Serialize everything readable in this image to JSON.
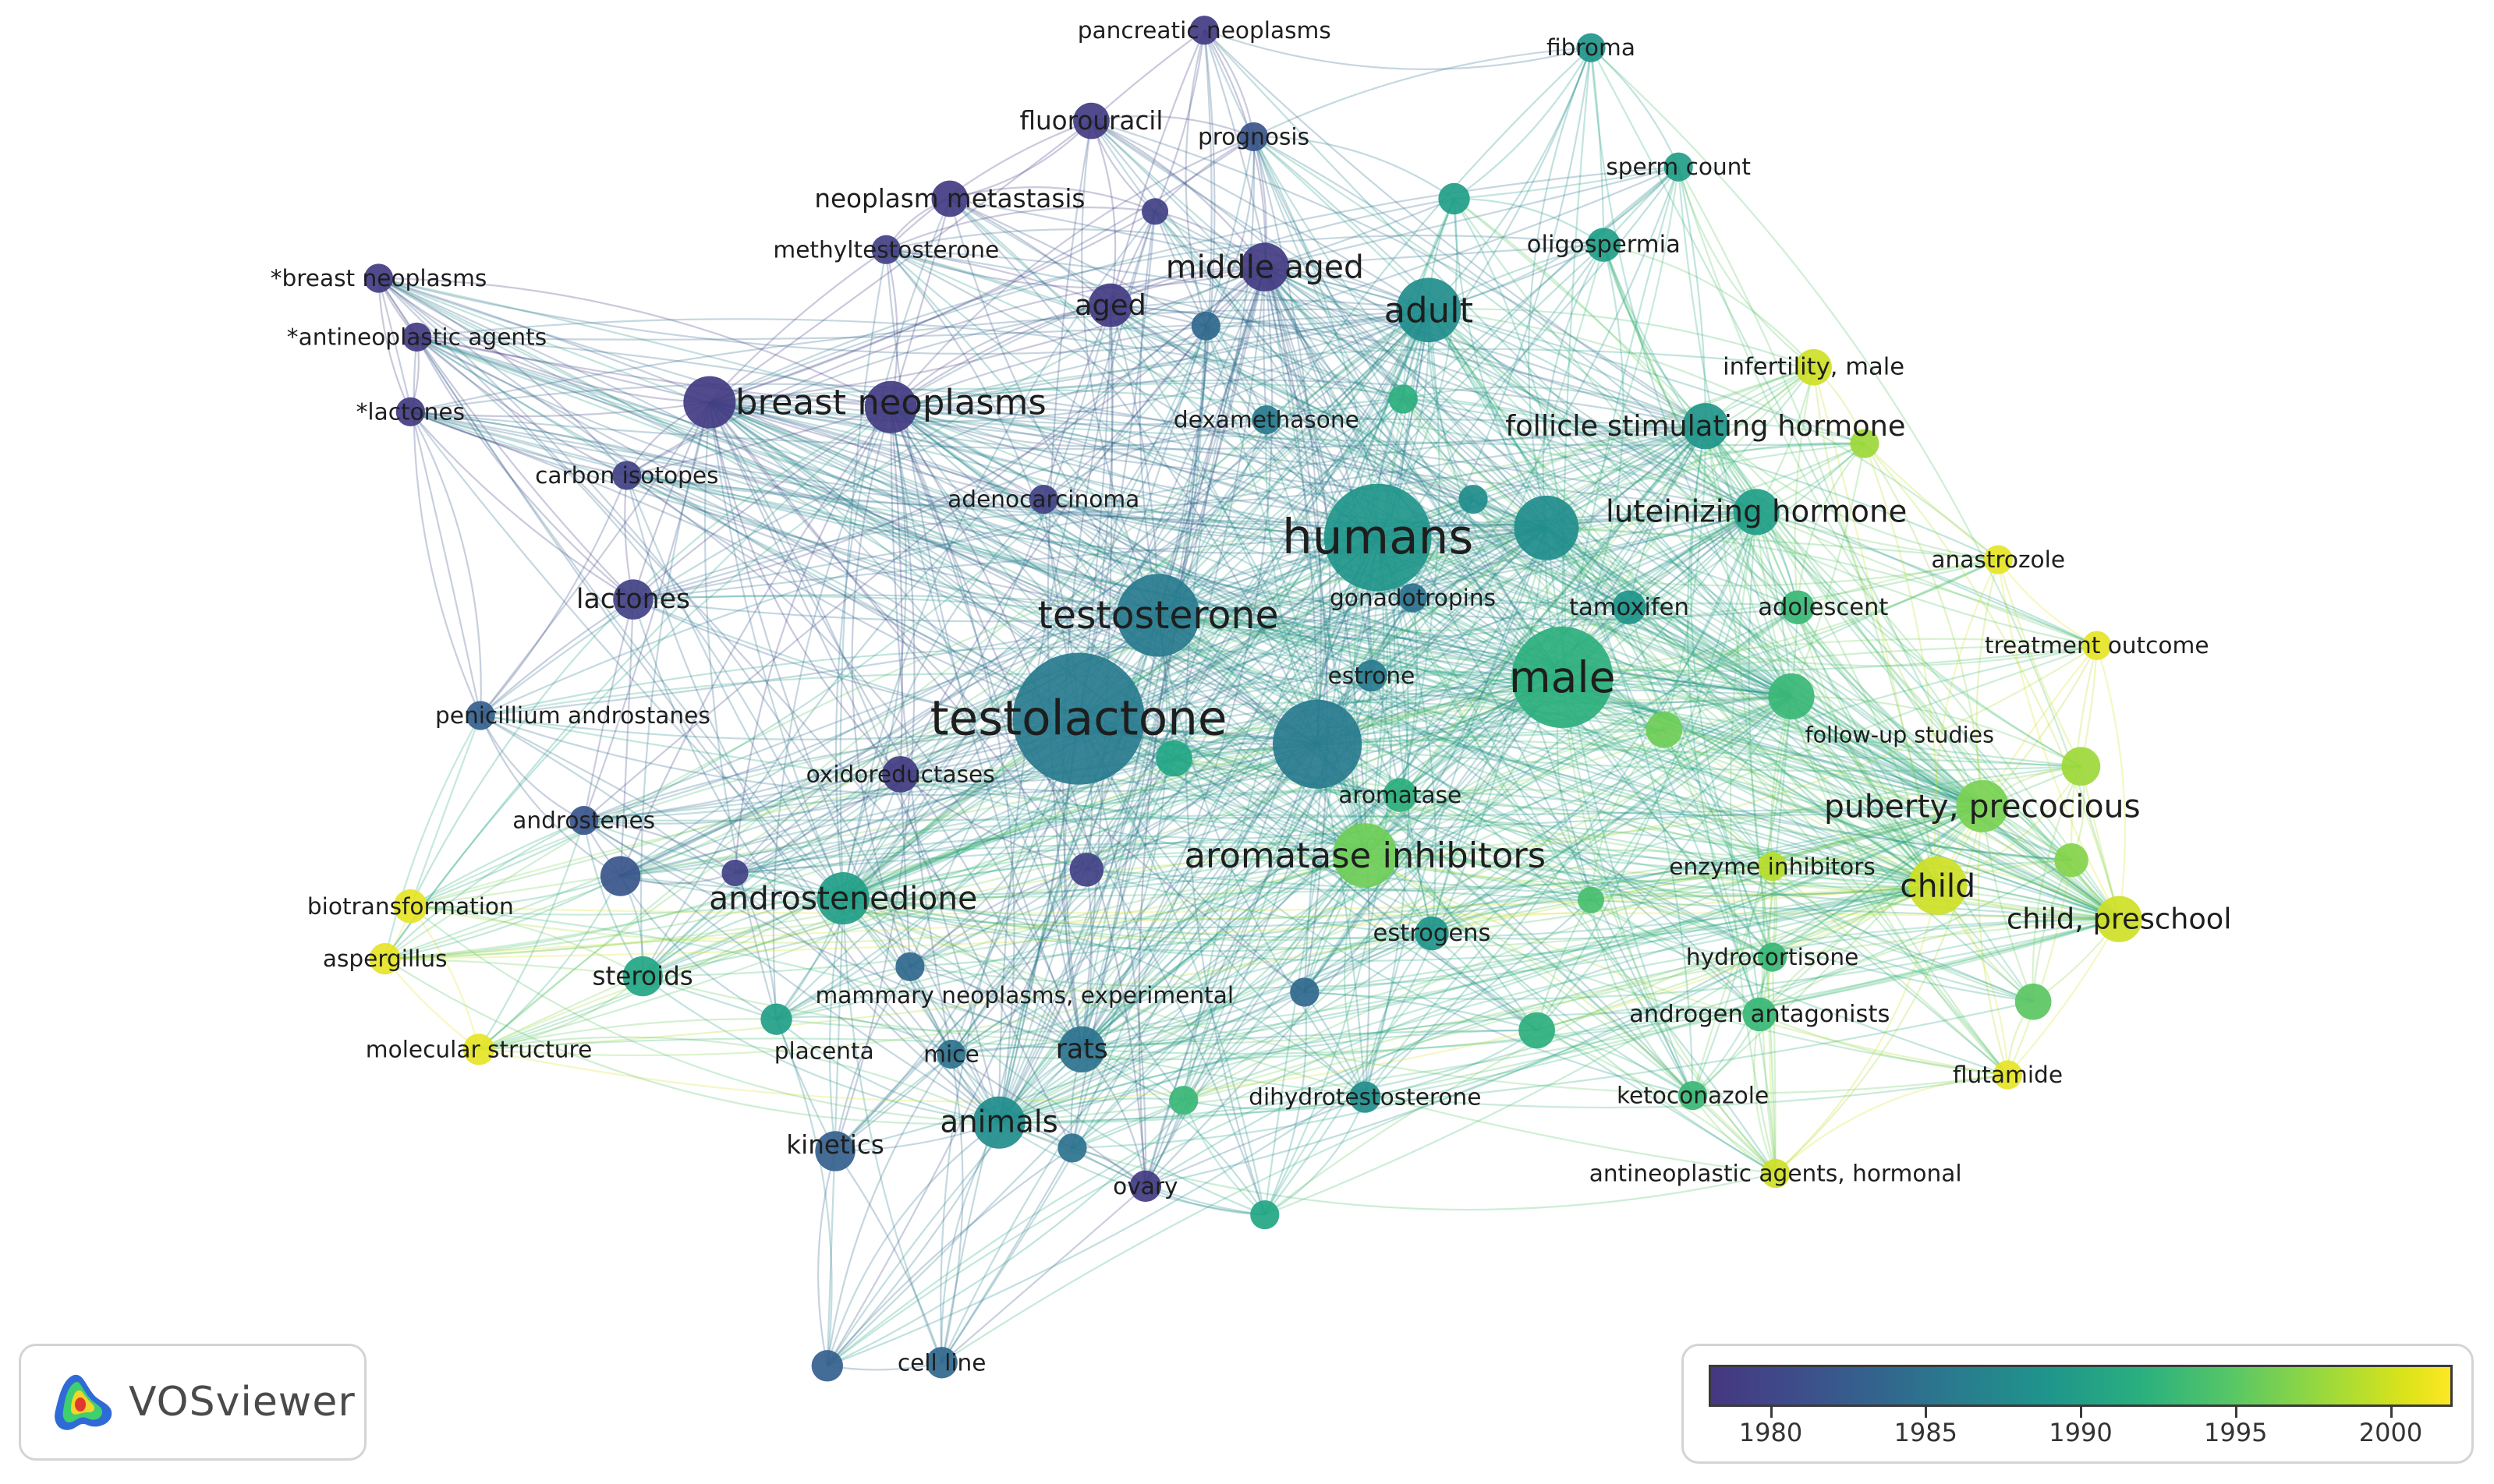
{
  "app": {
    "name": "VOSviewer"
  },
  "legend": {
    "min_year": 1978,
    "max_year": 2002,
    "ticks": [
      {
        "year": 1980,
        "label": "1980"
      },
      {
        "year": 1985,
        "label": "1985"
      },
      {
        "year": 1990,
        "label": "1990"
      },
      {
        "year": 1995,
        "label": "1995"
      },
      {
        "year": 2000,
        "label": "2000"
      }
    ]
  },
  "network": {
    "nodes": [
      {
        "id": "testolactone",
        "label": "testolactone",
        "year": 1986,
        "weight": 10
      },
      {
        "id": "humans",
        "label": "humans",
        "year": 1989,
        "weight": 8
      },
      {
        "id": "male",
        "label": "male",
        "year": 1992,
        "weight": 7.5
      },
      {
        "id": "testosterone",
        "label": "testosterone",
        "year": 1986,
        "weight": 6
      },
      {
        "id": "hub-aromatase",
        "label": "",
        "year": 1986,
        "weight": 6.5
      },
      {
        "id": "adult",
        "label": "adult",
        "year": 1988,
        "weight": 4.5
      },
      {
        "id": "lh-hub",
        "label": "",
        "year": 1988,
        "weight": 4.5
      },
      {
        "id": "breast-neoplasms",
        "label": "breast neoplasms",
        "year": 1979.5,
        "weight": 3.5
      },
      {
        "id": "breast-neoplasms-2",
        "label": "",
        "year": 1979.5,
        "weight": 3.5
      },
      {
        "id": "middle-aged",
        "label": "middle aged",
        "year": 1979.5,
        "weight": 3.2
      },
      {
        "id": "aged",
        "label": "aged",
        "year": 1979.5,
        "weight": 2.8
      },
      {
        "id": "aromatase-inhibitors",
        "label": "aromatase inhibitors",
        "year": 1996,
        "weight": 4.5
      },
      {
        "id": "androstenedione",
        "label": "androstenedione",
        "year": 1990,
        "weight": 3.5
      },
      {
        "id": "puberty-precocious",
        "label": "puberty, precocious",
        "year": 1996.5,
        "weight": 3.5
      },
      {
        "id": "child",
        "label": "child",
        "year": 2000,
        "weight": 4
      },
      {
        "id": "child-preschool",
        "label": "child, preschool",
        "year": 2000,
        "weight": 3
      },
      {
        "id": "luteinizing-hormone",
        "label": "luteinizing hormone",
        "year": 1990,
        "weight": 3
      },
      {
        "id": "follicle-stimulating-hormone",
        "label": "follicle stimulating hormone",
        "year": 1989,
        "weight": 3
      },
      {
        "id": "animals",
        "label": "animals",
        "year": 1988,
        "weight": 3.5
      },
      {
        "id": "rats",
        "label": "rats",
        "year": 1985,
        "weight": 3
      },
      {
        "id": "kinetics",
        "label": "kinetics",
        "year": 1983,
        "weight": 2.5
      },
      {
        "id": "lactones",
        "label": "lactones",
        "year": 1980,
        "weight": 2.5
      },
      {
        "id": "steroids",
        "label": "steroids",
        "year": 1991,
        "weight": 2.5
      },
      {
        "id": "fluorouracil",
        "label": "fluorouracil",
        "year": 1979.5,
        "weight": 2.2
      },
      {
        "id": "neoplasm-metastasis",
        "label": "neoplasm metastasis",
        "year": 1979.5,
        "weight": 2.2
      },
      {
        "id": "oligospermia",
        "label": "oligospermia",
        "year": 1990,
        "weight": 2
      },
      {
        "id": "tamoxifen",
        "label": "tamoxifen",
        "year": 1989,
        "weight": 2
      },
      {
        "id": "adolescent",
        "label": "adolescent",
        "year": 1993,
        "weight": 2
      },
      {
        "id": "follow-up-studies",
        "label": "follow-up studies",
        "year": 1993,
        "weight": 3
      },
      {
        "id": "estrogens",
        "label": "estrogens",
        "year": 1989,
        "weight": 2
      },
      {
        "id": "androgen-antagonists",
        "label": "androgen antagonists",
        "year": 1993,
        "weight": 2
      },
      {
        "id": "infertility-male",
        "label": "infertility, male",
        "year": 2000,
        "weight": 2.2
      },
      {
        "id": "pancreatic-neoplasms",
        "label": "pancreatic neoplasms",
        "year": 1979.5,
        "weight": 1.6
      },
      {
        "id": "prognosis",
        "label": "prognosis",
        "year": 1982,
        "weight": 1.6
      },
      {
        "id": "fibroma",
        "label": "fibroma",
        "year": 1989,
        "weight": 1.6
      },
      {
        "id": "sperm-count",
        "label": "sperm count",
        "year": 1990,
        "weight": 1.6
      },
      {
        "id": "methyltestosterone",
        "label": "methyltestosterone",
        "year": 1980,
        "weight": 1.6
      },
      {
        "id": "breast-neoplasms-star",
        "label": "*breast neoplasms",
        "year": 1979.5,
        "weight": 1.6
      },
      {
        "id": "antineoplastic-agents-star",
        "label": "*antineoplastic agents",
        "year": 1979.5,
        "weight": 1.6
      },
      {
        "id": "lactones-star",
        "label": "*lactones",
        "year": 1979.5,
        "weight": 1.6
      },
      {
        "id": "carbon-isotopes",
        "label": "carbon isotopes",
        "year": 1980,
        "weight": 1.6
      },
      {
        "id": "adenocarcinoma",
        "label": "adenocarcinoma",
        "year": 1980,
        "weight": 1.6
      },
      {
        "id": "dexamethasone",
        "label": "dexamethasone",
        "year": 1986,
        "weight": 1.6
      },
      {
        "id": "gonadotropins",
        "label": "gonadotropins",
        "year": 1985,
        "weight": 1.6
      },
      {
        "id": "estrone",
        "label": "estrone",
        "year": 1986,
        "weight": 1.8
      },
      {
        "id": "aromatase",
        "label": "aromatase",
        "year": 1992,
        "weight": 2
      },
      {
        "id": "anastrozole",
        "label": "anastrozole",
        "year": 2001,
        "weight": 1.6
      },
      {
        "id": "treatment-outcome",
        "label": "treatment outcome",
        "year": 2001,
        "weight": 1.6
      },
      {
        "id": "enzyme-inhibitors",
        "label": "enzyme inhibitors",
        "year": 1999,
        "weight": 1.6
      },
      {
        "id": "hydrocortisone",
        "label": "hydrocortisone",
        "year": 1993,
        "weight": 1.6
      },
      {
        "id": "ketoconazole",
        "label": "ketoconazole",
        "year": 1993,
        "weight": 1.6
      },
      {
        "id": "flutamide",
        "label": "flutamide",
        "year": 2001,
        "weight": 1.6
      },
      {
        "id": "antineoplastic-agents-hormonal",
        "label": "antineoplastic agents, hormonal",
        "year": 2000,
        "weight": 1.6
      },
      {
        "id": "dihydrotestosterone",
        "label": "dihydrotestosterone",
        "year": 1988,
        "weight": 1.8
      },
      {
        "id": "ovary",
        "label": "ovary",
        "year": 1979.5,
        "weight": 1.8
      },
      {
        "id": "mice",
        "label": "mice",
        "year": 1985,
        "weight": 1.6
      },
      {
        "id": "placenta",
        "label": "placenta",
        "year": 1990,
        "weight": 1.8
      },
      {
        "id": "mammary-neoplasms-experimental",
        "label": "mammary neoplasms, experimental",
        "year": 1984,
        "weight": 1.6
      },
      {
        "id": "cell-line",
        "label": "cell line",
        "year": 1984,
        "weight": 1.8
      },
      {
        "id": "molecular-structure",
        "label": "molecular structure",
        "year": 2001,
        "weight": 1.8
      },
      {
        "id": "aspergillus",
        "label": "aspergillus",
        "year": 2001,
        "weight": 1.8
      },
      {
        "id": "biotransformation",
        "label": "biotransformation",
        "year": 2001,
        "weight": 2
      },
      {
        "id": "androstenes",
        "label": "androstenes",
        "year": 1982,
        "weight": 1.6
      },
      {
        "id": "penicillium-androstanes",
        "label": "penicillium androstanes",
        "year": 1983,
        "weight": 1.6
      },
      {
        "id": "oxidoreductases",
        "label": "oxidoreductases",
        "year": 1979.5,
        "weight": 2.2
      },
      {
        "id": "extra-a",
        "label": "",
        "year": 1982,
        "weight": 2.5
      },
      {
        "id": "extra-b",
        "label": "",
        "year": 1980,
        "weight": 2
      },
      {
        "id": "extra-c",
        "label": "",
        "year": 1991,
        "weight": 2.2
      },
      {
        "id": "extra-d",
        "label": "",
        "year": 1996,
        "weight": 2.2
      },
      {
        "id": "extra-e",
        "label": "",
        "year": 1998,
        "weight": 2.4
      },
      {
        "id": "extra-f",
        "label": "",
        "year": 1995,
        "weight": 2.2
      },
      {
        "id": "extra-g",
        "label": "",
        "year": 1992,
        "weight": 2.2
      },
      {
        "id": "extra-h",
        "label": "",
        "year": 1990,
        "weight": 1.8
      },
      {
        "id": "extra-i",
        "label": "",
        "year": 1992,
        "weight": 1.6
      },
      {
        "id": "extra-j",
        "label": "",
        "year": 1997,
        "weight": 2
      },
      {
        "id": "extra-k",
        "label": "",
        "year": 1988,
        "weight": 1.6
      },
      {
        "id": "extra-l",
        "label": "",
        "year": 1980,
        "weight": 1.4
      },
      {
        "id": "extra-m",
        "label": "",
        "year": 1984,
        "weight": 1.6
      },
      {
        "id": "extra-n",
        "label": "",
        "year": 1994,
        "weight": 1.4
      },
      {
        "id": "extra-o",
        "label": "",
        "year": 1983,
        "weight": 1.8
      },
      {
        "id": "extra-p",
        "label": "",
        "year": 1984,
        "weight": 1.6
      },
      {
        "id": "extra-q",
        "label": "",
        "year": 1991,
        "weight": 1.6
      },
      {
        "id": "extra-r",
        "label": "",
        "year": 1985,
        "weight": 1.6
      },
      {
        "id": "extra-s",
        "label": "",
        "year": 1980,
        "weight": 1.4
      },
      {
        "id": "extra-t",
        "label": "",
        "year": 1993,
        "weight": 1.6
      },
      {
        "id": "extra-u",
        "label": "",
        "year": 1998,
        "weight": 1.6
      }
    ]
  }
}
